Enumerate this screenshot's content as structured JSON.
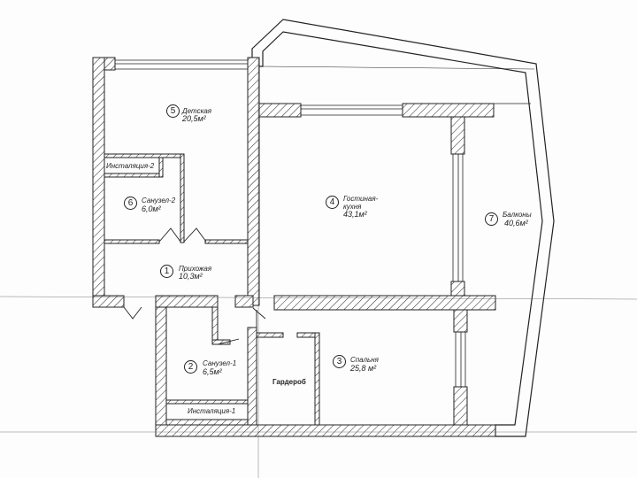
{
  "rooms": [
    {
      "number": "1",
      "name": "Прихожая",
      "area": "10,3м²"
    },
    {
      "number": "2",
      "name": "Санузел-1",
      "area": "6,5м²"
    },
    {
      "number": "3",
      "name": "Спальня",
      "area": "25,8 м²"
    },
    {
      "number": "4",
      "name": "Гостиная-кухня",
      "name_line1": "Гостиная-",
      "name_line2": "кухня",
      "area": "43,1м²"
    },
    {
      "number": "5",
      "name": "Детская",
      "area": "20,5м²"
    },
    {
      "number": "6",
      "name": "Санузел-2",
      "area": "6,0м²"
    },
    {
      "number": "7",
      "name": "Балконы",
      "area": "40,6м²"
    }
  ],
  "labels": {
    "installation_1": "Инсталяция-1",
    "installation_2": "Инсталяция-2",
    "wardrobe": "Гардероб"
  },
  "colors": {
    "lines": "#222222",
    "background": "#ffffff"
  }
}
